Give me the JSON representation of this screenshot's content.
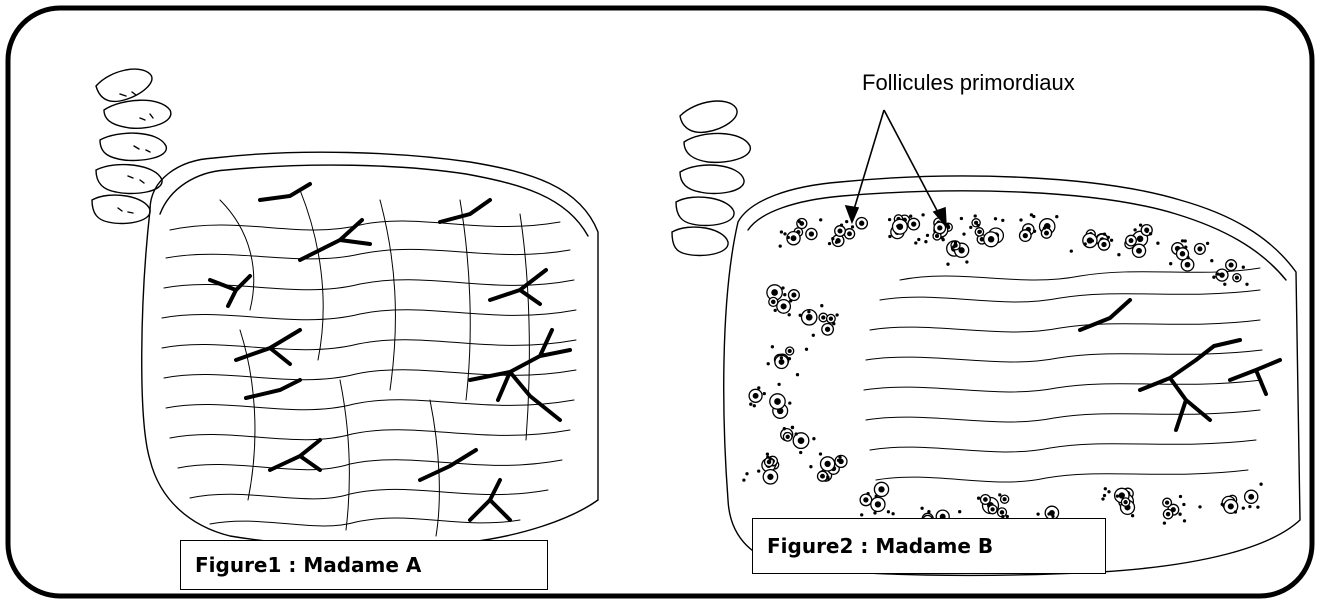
{
  "annotation": {
    "label": "Follicules primordiaux"
  },
  "figures": [
    {
      "id": "figure1",
      "caption": "Figure1 : Madame A",
      "has_follicles": false
    },
    {
      "id": "figure2",
      "caption": "Figure2 : Madame B",
      "has_follicles": true
    }
  ],
  "colors": {
    "ink": "#000000",
    "paper": "#ffffff"
  }
}
